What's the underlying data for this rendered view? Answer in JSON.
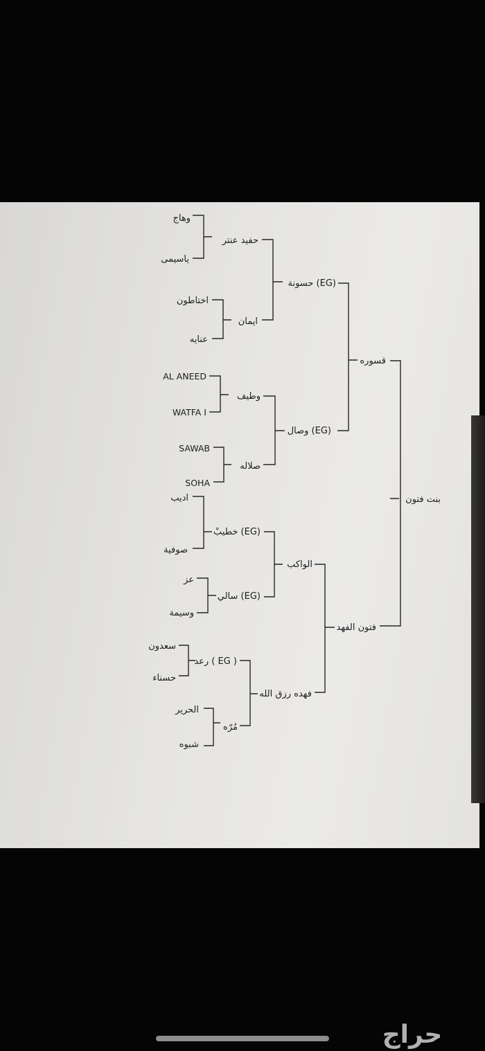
{
  "pedigree": {
    "root": "بنت فتون",
    "sire": "قسوره",
    "dam": "فتون الفهد",
    "g2": {
      "ss": "حسونة (EG)",
      "sd": "وصال (EG)",
      "ds": "الواكب",
      "dd": "فهده رزق الله"
    },
    "g3": {
      "sss": "حفيد عنتر",
      "ssd": "ايمان",
      "sds": "وطيف",
      "sdd": "صلاله",
      "dss": "خطيبْ (EG)",
      "dsd": "سالي (EG)",
      "dds": "رعد ( EG )",
      "ddd": "مُرّه"
    },
    "g4": {
      "ssss": "وهاج",
      "sssd": "ياسيمى",
      "ssds": "اختاطون",
      "ssdd": "عنايه",
      "sdss": "AL ANEED",
      "sdsd": "WATFA I",
      "sdds": "SAWAB",
      "sddd": "SOHA",
      "dsss": "اديب",
      "dssd": "صوفية",
      "dsds": "عز",
      "dsdd": "وسيمة",
      "ddss": "سعدون",
      "ddsd": "حسناء",
      "ddds": "الحرير",
      "dddd": "شبوه"
    }
  },
  "watermark": "حراج"
}
